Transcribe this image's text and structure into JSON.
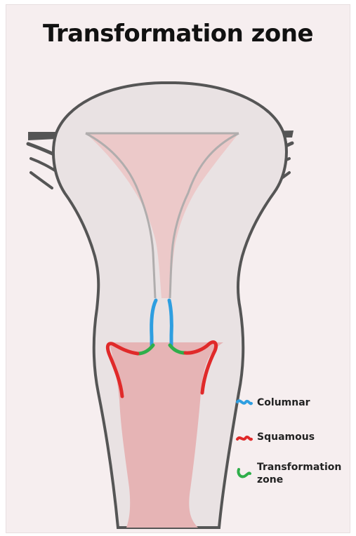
{
  "title": "Transformation zone",
  "colors": {
    "background": "#f6eeef",
    "outline": "#555555",
    "body_fill": "#e9e2e3",
    "cavity_fill": "#ecc9c9",
    "canal_fill": "#e6b4b5",
    "lining": "#b0adad",
    "columnar": "#2e9ee0",
    "squamous": "#e02a2a",
    "transformation_zone": "#2fae4a"
  },
  "legend": [
    {
      "key": "columnar",
      "label": "Columnar",
      "color": "#2e9ee0",
      "icon": "squiggle-icon"
    },
    {
      "key": "squamous",
      "label": "Squamous",
      "color": "#e02a2a",
      "icon": "squiggle-icon"
    },
    {
      "key": "transformation_zone",
      "label": "Transformation zone",
      "color": "#2fae4a",
      "icon": "squiggle-icon"
    }
  ]
}
